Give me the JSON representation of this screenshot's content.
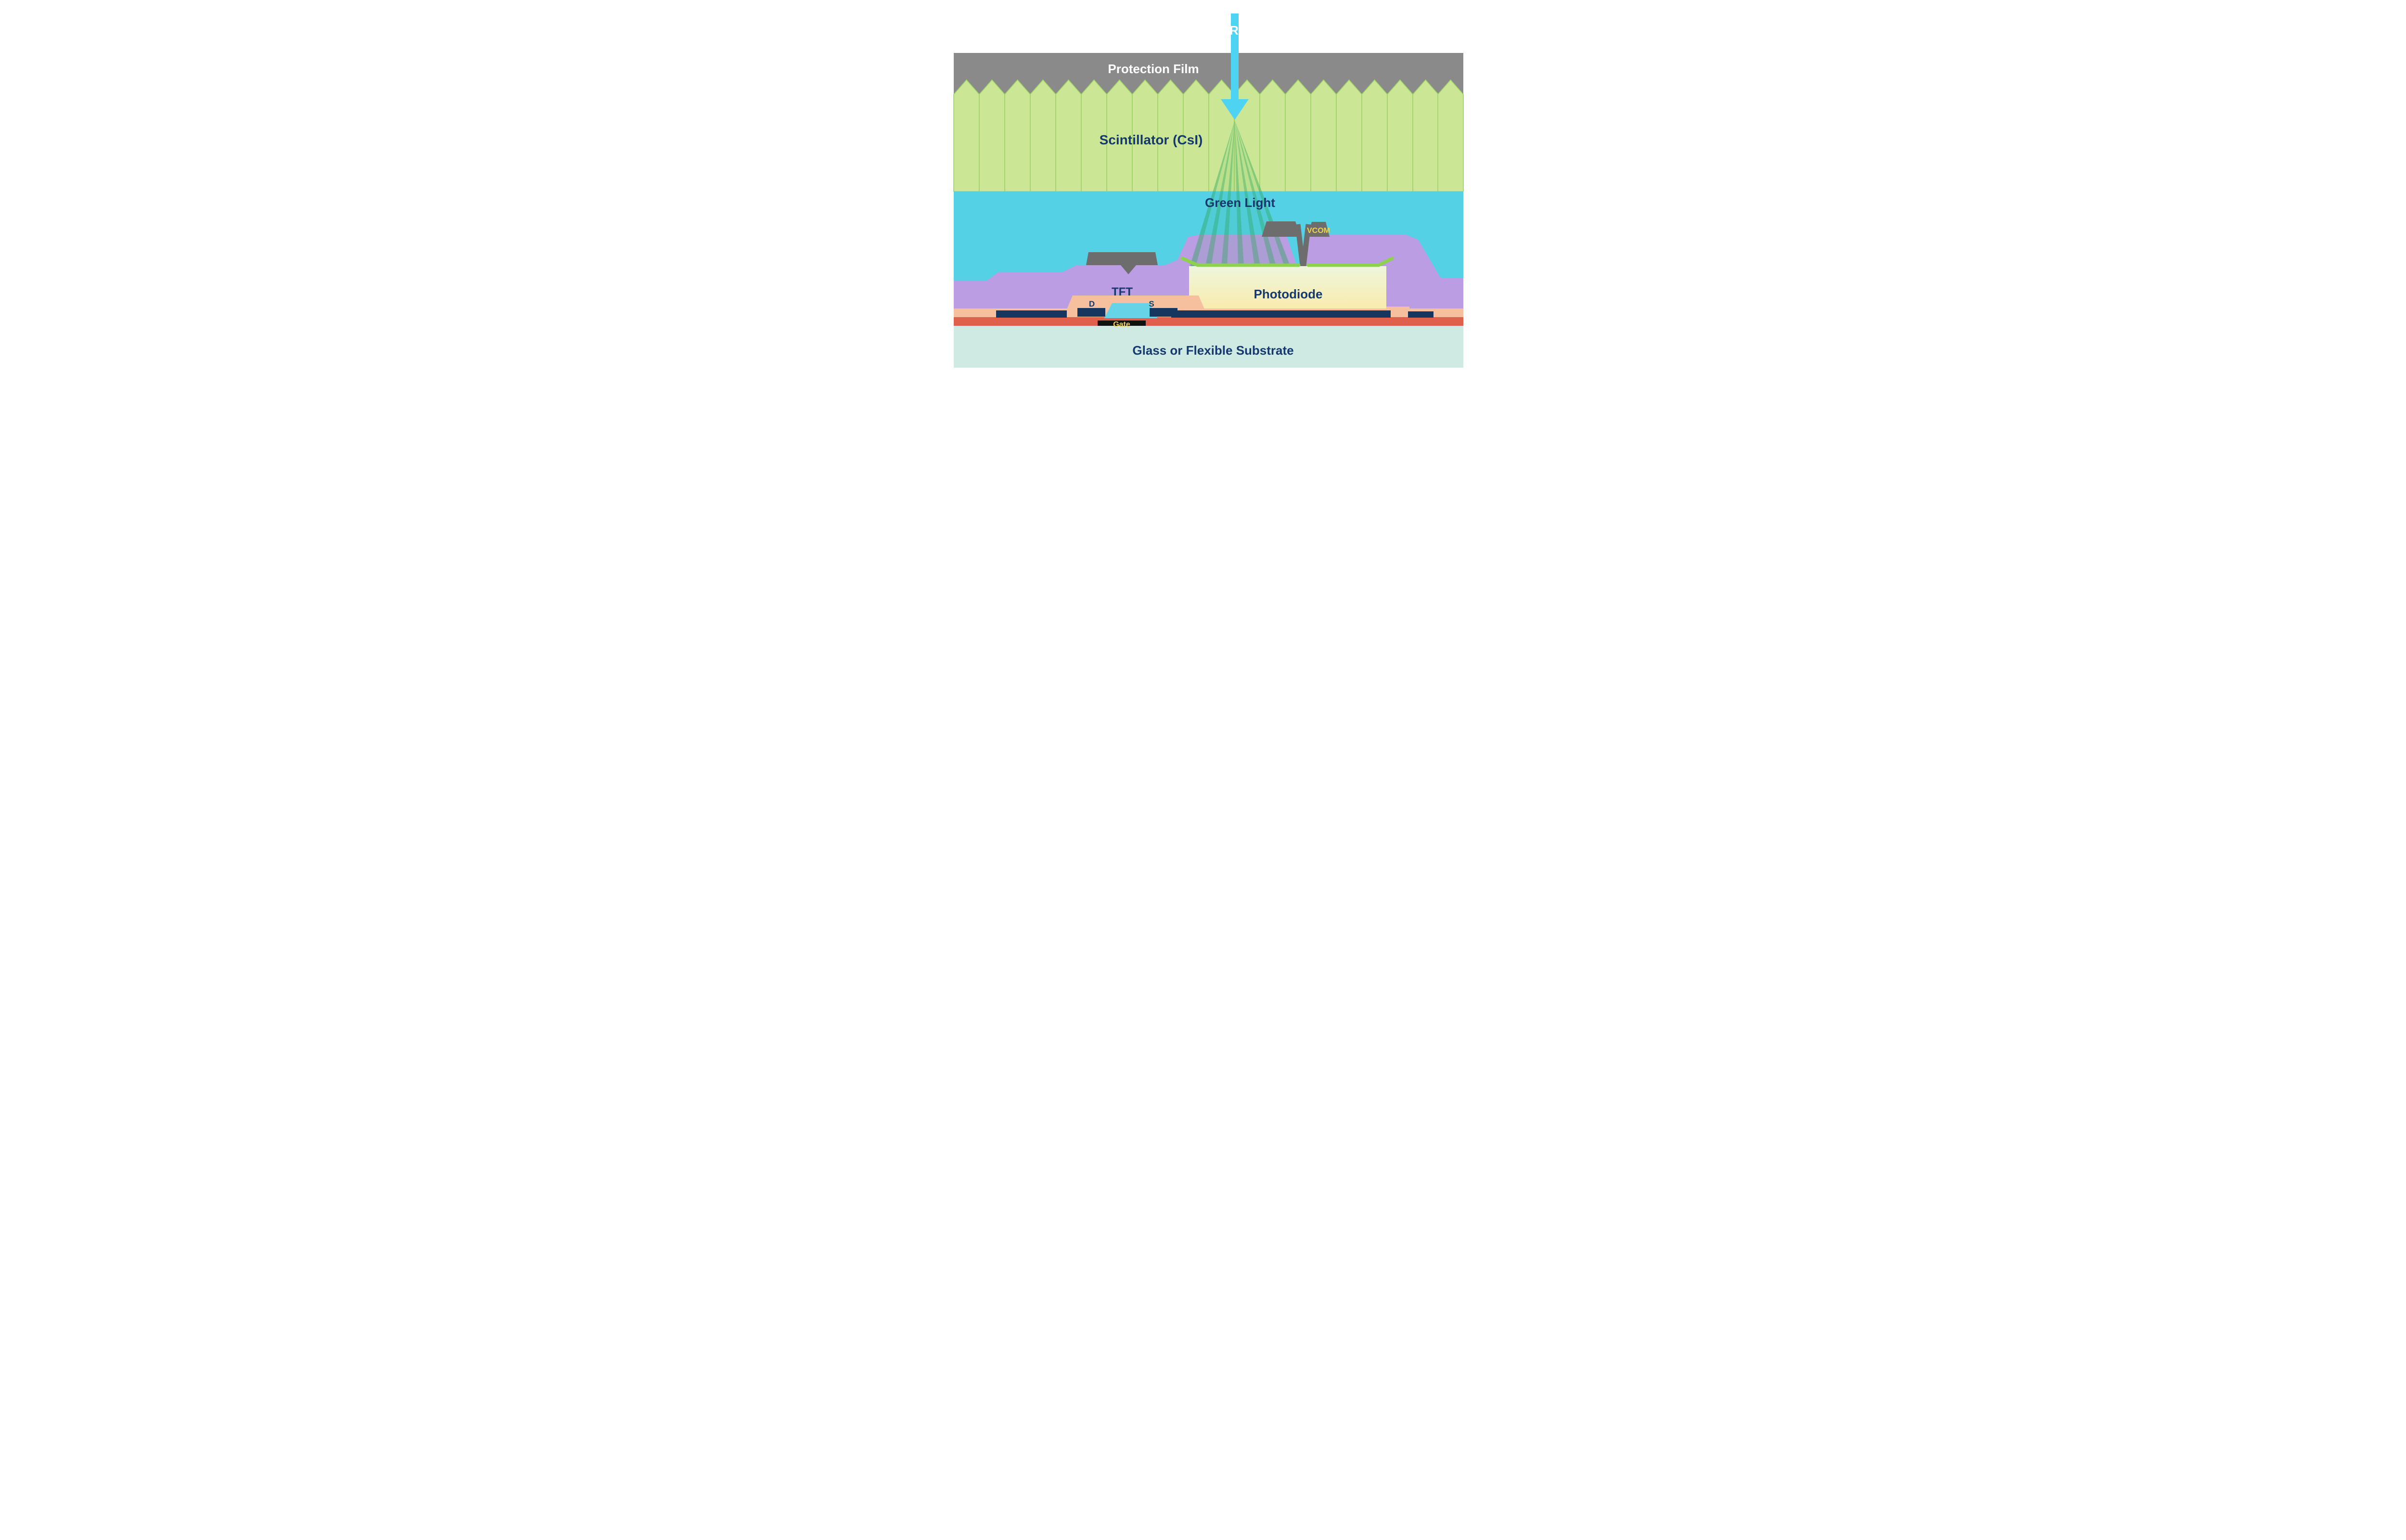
{
  "diagram": {
    "type": "xray-flat-panel-detector-cross-section",
    "labels": {
      "xray": "X-Ray",
      "protection_film": "Protection Film",
      "scintillator": "Scintillator (CsI)",
      "green_light": "Green Light",
      "vcom": "VCOM",
      "photodiode": "Photodiode",
      "tft": "TFT",
      "drain": "D",
      "source": "S",
      "gate": "Gate",
      "substrate": "Glass or Flexible Substrate"
    },
    "colors": {
      "protection_film_gray": "#8a8a8a",
      "scintillator_green": "#cbe795",
      "scintillator_outline_green": "#9ed266",
      "light_layer_cyan": "#55d1e5",
      "planarization_purple": "#bb9de3",
      "electrode_gray": "#6d6d6d",
      "photodiode_fill_top": "#eef6dc",
      "photodiode_fill_bottom": "#f8ecae",
      "photodiode_lime_contact": "#8ed14e",
      "passivation_salmon": "#f6c09e",
      "metal_navy": "#16365f",
      "gate_metal_black": "#111111",
      "bias_line_red": "#e0604d",
      "substrate_teal": "#cfeae2",
      "label_navy": "#15396e",
      "label_yellow": "#f2d24b",
      "label_white": "#ffffff",
      "xray_arrow_cyan": "#4fd3f2",
      "green_ray": "#2ca55c"
    }
  }
}
